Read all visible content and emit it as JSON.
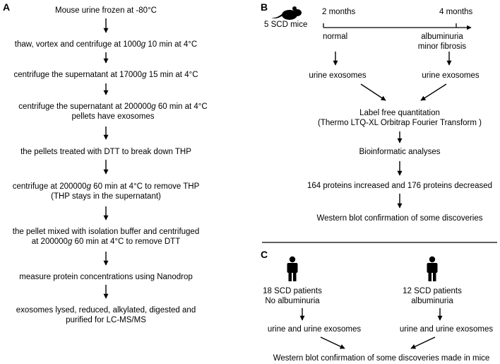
{
  "panel_a": {
    "label": "A",
    "steps": [
      {
        "pre": "Mouse urine frozen at -80°C"
      },
      {
        "pre": "thaw, vortex and centrifuge at 1000",
        "g": "g",
        "post": " 10 min at 4°C"
      },
      {
        "pre": "centrifuge the supernatant at 17000",
        "g": "g",
        "post": " 15 min at 4°C"
      },
      {
        "pre": "centrifuge the supernatant at 200000",
        "g": "g",
        "post": " 60 min at 4°C",
        "line2": "pellets have exosomes"
      },
      {
        "pre": "the pellets treated with DTT to break down THP"
      },
      {
        "pre": "centrifuge at 200000",
        "g": "g",
        "post": " 60 min at 4°C to remove THP",
        "line2": "(THP stays in the supernatant)"
      },
      {
        "pre": "the pellet mixed with isolation buffer and centrifuged",
        "line2_pre": "at 200000",
        "line2_g": "g",
        "line2_post": " 60 min at 4°C to remove DTT"
      },
      {
        "pre": "measure protein concentrations using Nanodrop"
      },
      {
        "pre": "exosomes lysed, reduced, alkylated, digested and",
        "line2": "purified for LC-MS/MS"
      }
    ]
  },
  "panel_b": {
    "label": "B",
    "mice": "5 SCD mice",
    "t1": "2 months",
    "t2": "4 months",
    "s1": "normal",
    "s2a": "albuminuria",
    "s2b": "minor fibrosis",
    "ex1": "urine exosomes",
    "ex2": "urine exosomes",
    "lfq1": "Label free quantitation",
    "lfq2": "(Thermo LTQ-XL Orbitrap Fourier Transform )",
    "bio": "Bioinformatic analyses",
    "prot": "164 proteins increased and 176 proteins decreased",
    "wb": "Western blot confirmation of some discoveries"
  },
  "panel_c": {
    "label": "C",
    "g1a": "18 SCD patients",
    "g1b": "No albuminuria",
    "g2a": "12 SCD patients",
    "g2b": "albuminuria",
    "u1": "urine and urine exosomes",
    "u2": "urine and urine exosomes",
    "wb": "Western blot confirmation of some discoveries made in mice"
  }
}
